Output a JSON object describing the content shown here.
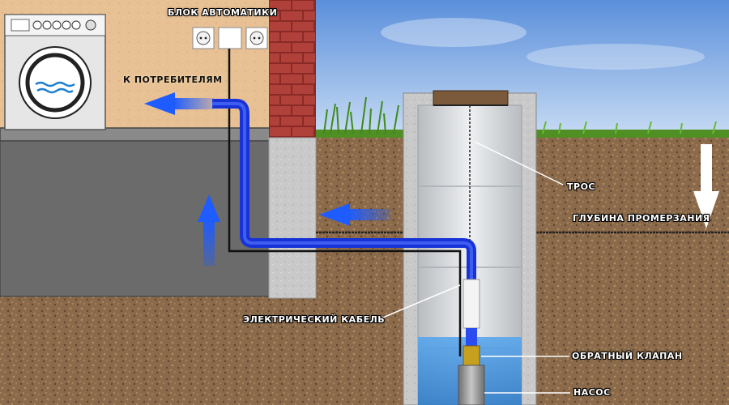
{
  "labels": {
    "automation_block": "БЛОК АВТОМАТИКИ",
    "to_consumers": "К ПОТРЕБИТЕЛЯМ",
    "cable": "ТРОС",
    "freezing_depth": "ГЛУБИНА ПРОМЕРЗАНИЯ",
    "electric_cable": "ЭЛЕКТРИЧЕСКИЙ КАБЕЛЬ",
    "check_valve": "ОБРАТНЫЙ КЛАПАН",
    "pump": "НАСОС"
  },
  "colors": {
    "sky": "#6f9fe0",
    "grass": "#4f8f24",
    "soil": "#8a6a4a",
    "wall_interior": "#e9c59a",
    "foundation": "#6b6b6b",
    "brick": "#b0403a",
    "concrete": "#cfcfcf",
    "water": "#3f8fd8",
    "pipe": "#2a4cf0",
    "valve": "#c8a020"
  }
}
